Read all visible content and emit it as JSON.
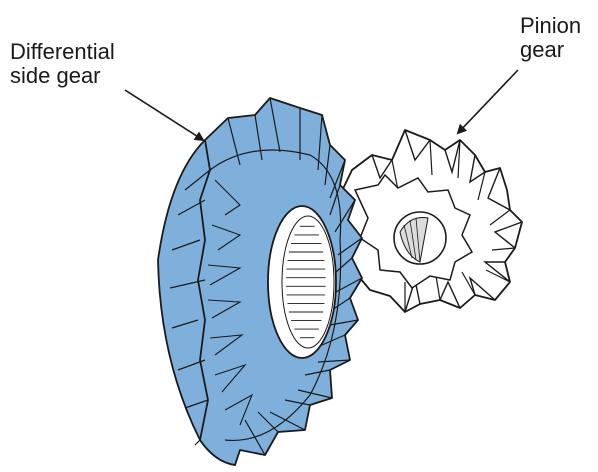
{
  "labels": {
    "side_gear": [
      "Differential",
      "side gear"
    ],
    "pinion_gear": [
      "Pinion",
      "gear"
    ]
  },
  "colors": {
    "side_gear_fill": "#7fb0dc",
    "outline": "#1a1a1a",
    "pinion_fill": "#ffffff",
    "spline_fill": "#ffffff"
  },
  "parts": {
    "side_gear_teeth": 16,
    "pinion_teeth": 9,
    "spline_count": 14
  }
}
